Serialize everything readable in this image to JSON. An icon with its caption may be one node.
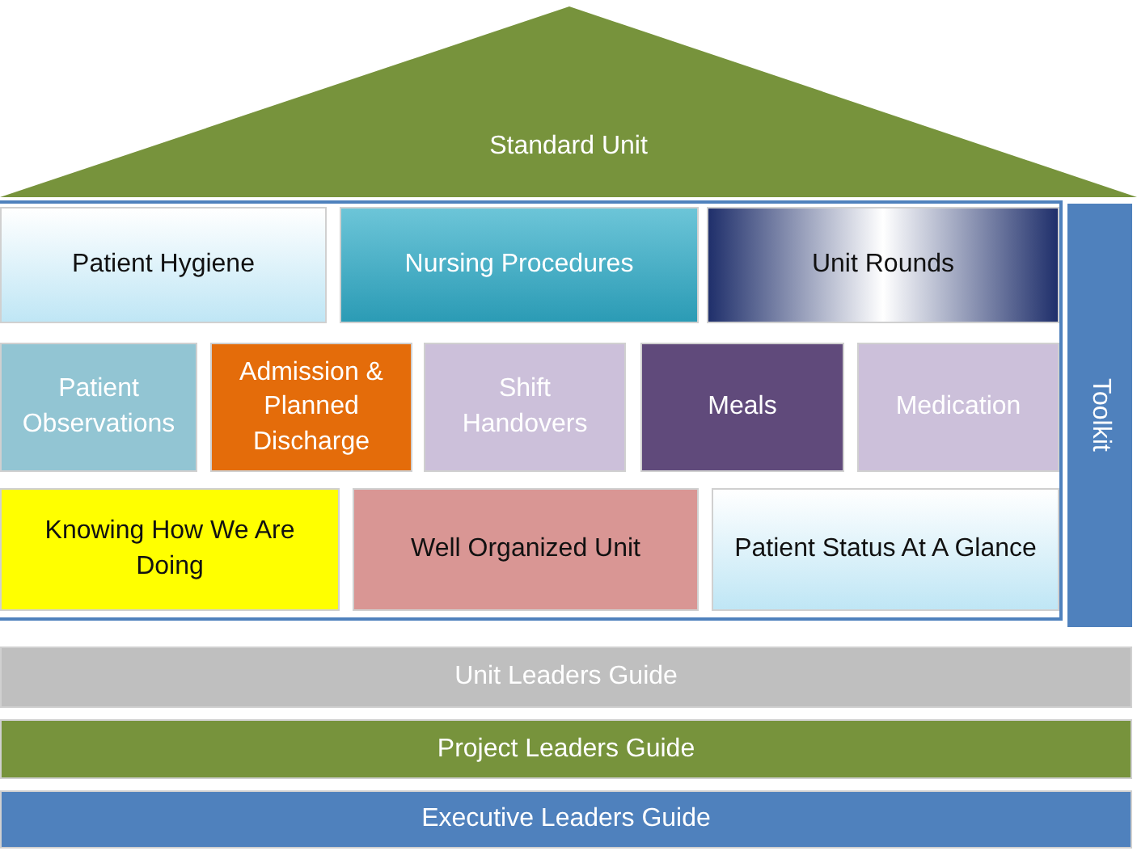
{
  "diagram": {
    "nodes": [
      {
        "text": [
          "Standard Unit"
        ]
      },
      {
        "text": [
          "Patient Hygiene"
        ]
      },
      {
        "text": [
          "Nursing Procedures"
        ]
      },
      {
        "text": [
          "Unit Rounds"
        ]
      },
      {
        "text": [
          "Toolkit"
        ]
      },
      {
        "text": [
          "Patient Observations"
        ]
      },
      {
        "text": [
          "Admission & Planned Discharge"
        ]
      },
      {
        "text": [
          "Shift Handovers"
        ]
      },
      {
        "text": [
          "Meals"
        ]
      },
      {
        "text": [
          "Medication"
        ]
      },
      {
        "text": [
          "Knowing How We Are Doing"
        ]
      },
      {
        "text": [
          "Well Organized Unit"
        ]
      },
      {
        "text": [
          "Patient Status At A Glance"
        ]
      },
      {
        "text": [
          "Unit Leaders Guide"
        ]
      },
      {
        "text": [
          "Project Leaders Guide"
        ]
      },
      {
        "text": [
          "Executive Leaders Guide"
        ]
      }
    ],
    "edges": []
  }
}
